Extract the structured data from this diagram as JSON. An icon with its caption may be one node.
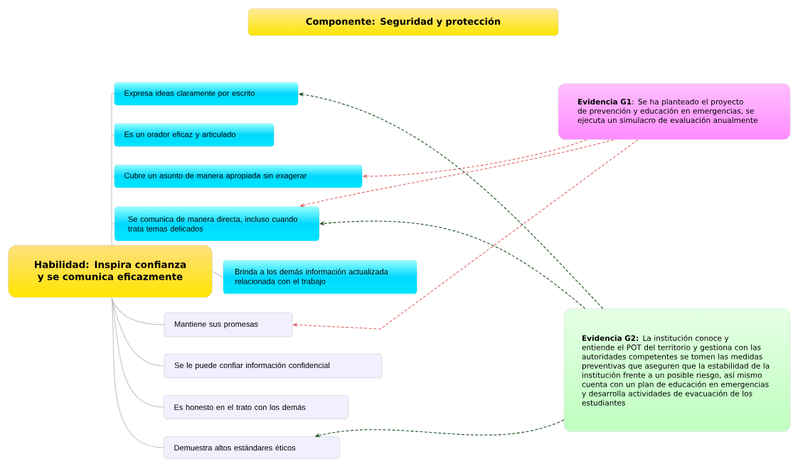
{
  "diagram": {
    "nodes": [
      {
        "text": [
          "Componente: Seguridad y protección"
        ]
      },
      {
        "text": [
          "Habilidad: Inspira confianza y se comunica eficazmente"
        ]
      },
      {
        "text": [
          "Expresa ideas claramente por escrito"
        ]
      },
      {
        "text": [
          "Es un orador eficaz y articulado"
        ]
      },
      {
        "text": [
          "Cubre un asunto de manera apropiada sin exagerar"
        ]
      },
      {
        "text": [
          "Se comunica de manera directa, incluso cuando trata temas delicados"
        ]
      },
      {
        "text": [
          "Brinda a los demás información actualizada relacionada con el trabajo"
        ]
      },
      {
        "text": [
          "Mantiene sus promesas"
        ]
      },
      {
        "text": [
          "Se le puede confiar información confidencial"
        ]
      },
      {
        "text": [
          "Es honesto en el trato con los demás"
        ]
      },
      {
        "text": [
          "Demuestra altos estándares éticos"
        ]
      },
      {
        "text": [
          "**Evidencia G1**: Se ha planteado el proyecto de prevención y educación en emergencias, se ejecuta un simulacro de evaluación anualmente"
        ]
      },
      {
        "text": [
          "**Evidencia G2:** La institución conoce y entiende el POT del territorio y gestiona con las autoridades competentes se tomen las medidas preventivas que aseguren que la estabilidad de la institución frente a un posible riesgo, así mismo cuenta con un plan de educación en emergencias y desarrolla actividades de evacuación de los estudiantes"
        ]
      }
    ],
    "edges": [
      {
        "from": 1,
        "to": 2,
        "arrow": "none"
      },
      {
        "from": 1,
        "to": 3,
        "arrow": "none"
      },
      {
        "from": 1,
        "to": 4,
        "arrow": "none"
      },
      {
        "from": 1,
        "to": 5,
        "arrow": "none"
      },
      {
        "from": 1,
        "to": 6,
        "arrow": "none"
      },
      {
        "from": 1,
        "to": 7,
        "arrow": "none"
      },
      {
        "from": 1,
        "to": 8,
        "arrow": "none"
      },
      {
        "from": 1,
        "to": 9,
        "arrow": "none"
      },
      {
        "from": 1,
        "to": 10,
        "arrow": "none"
      },
      {
        "from": 11,
        "to": 4,
        "arrow": "to",
        "style": "dashed",
        "color": "#e06666"
      },
      {
        "from": 11,
        "to": 5,
        "arrow": "to",
        "style": "dashed",
        "color": "#e06666"
      },
      {
        "from": 11,
        "to": 7,
        "arrow": "to",
        "style": "dashed",
        "color": "#e06666"
      },
      {
        "from": 12,
        "to": 2,
        "arrow": "to",
        "style": "dashed",
        "color": "#1a4d1a"
      },
      {
        "from": 12,
        "to": 5,
        "arrow": "to",
        "style": "dashed",
        "color": "#1a4d1a"
      },
      {
        "from": 12,
        "to": 10,
        "arrow": "to",
        "style": "dashed",
        "color": "#1a4d1a"
      }
    ]
  }
}
